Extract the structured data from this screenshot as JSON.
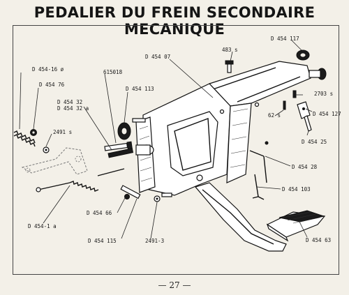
{
  "page": {
    "title": "PEDALIER DU FREIN SECONDAIRE MECANIQUE",
    "page_number": "— 27 —"
  },
  "labels": {
    "d454_16": "D 454-16 ø",
    "d454_76": "D 454 76",
    "d454_32": "D 454 32",
    "d454_32a": "D 454 32 a",
    "l615018": "615018",
    "d454_113": "D 454 113",
    "d454_07": "D 454 07",
    "l483_s": "483 s",
    "d454_117": "D 454 117",
    "l2491_s": "2491 s",
    "l2703_s": "2703 s",
    "l62_s": "62 s",
    "d454_127": "D 454 127",
    "d454_25": "D 454 25",
    "d454_28": "D 454 28",
    "d454_103": "D 454 103",
    "d454_1a": "D 454-1 a",
    "d454_66": "D 454 66",
    "d454_115": "D 454 115",
    "l2491_3": "2491-3",
    "d454_63": "D 454 63"
  }
}
